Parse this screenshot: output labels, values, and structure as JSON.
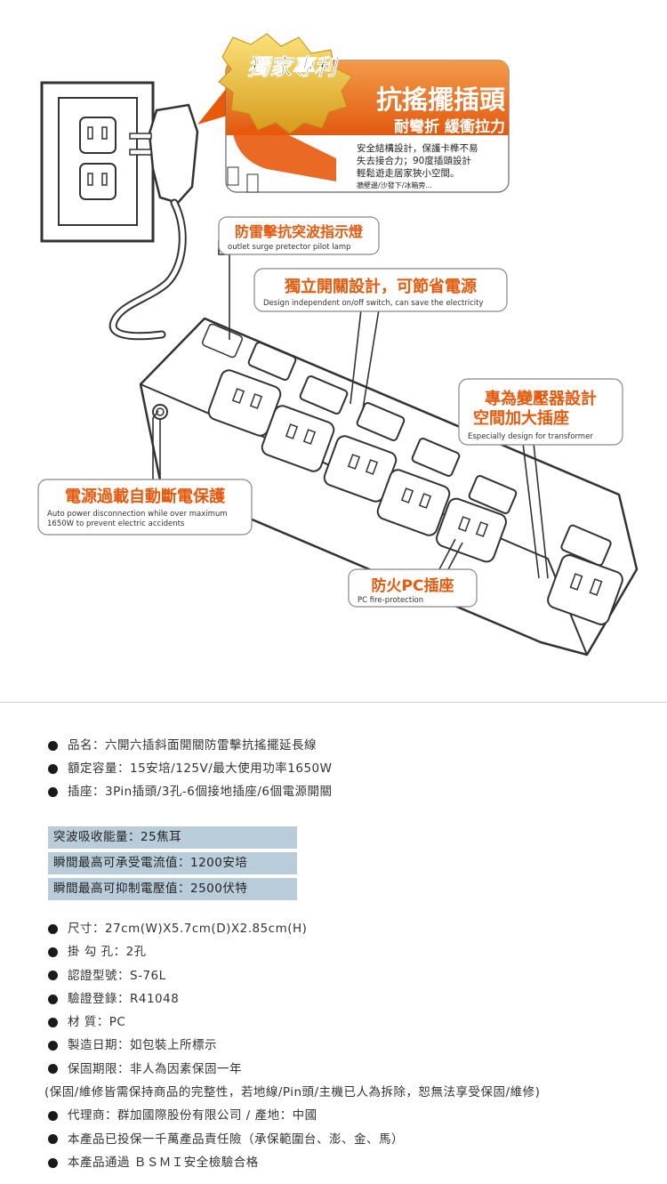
{
  "illustration": {
    "patent_badge": "獨家專利",
    "feature_swing": {
      "title": "抗搖擺插頭",
      "subtitle": "耐彎折 緩衝拉力",
      "desc_lines": [
        "安全結構設計，保護卡榫不易",
        "失去接合力；90度插頭設計",
        "輕鬆遊走居家狹小空間。",
        "牆壁邊/沙發下/冰箱旁..."
      ]
    },
    "callout_surge": {
      "zh": "防雷擊抗突波指示燈",
      "en": "outlet surge pretector pilot lamp"
    },
    "callout_switch": {
      "zh": "獨立開關設計，可節省電源",
      "en": "Design independent on/off switch, can save the electricity"
    },
    "callout_transformer": {
      "zh_line1": "專為變壓器設計",
      "zh_line2": "空間加大插座",
      "en": "Especially design for transformer"
    },
    "callout_overload": {
      "zh": "電源過載自動斷電保護",
      "en_line1": "Auto power disconnection while over maximum",
      "en_line2": "1650W to prevent electric accidents"
    },
    "callout_fire": {
      "zh": "防火PC插座",
      "en": "PC fire-protection"
    }
  },
  "specs_top": [
    "品名：六開六插斜面開關防雷擊抗搖擺延長線",
    "額定容量：15安培/125V/最大使用功率1650W",
    "插座：3Pin插頭/3孔-6個接地插座/6個電源開關"
  ],
  "surge_table": [
    "突波吸收能量：25焦耳",
    "瞬間最高可承受電流值：1200安培",
    "瞬間最高可抑制電壓值：2500伏特"
  ],
  "specs_bottom": [
    "尺寸：27cm(W)X5.7cm(D)X2.85cm(H)",
    "掛 勾 孔：2孔",
    "認證型號：S-76L",
    "驗證登錄：R41048",
    "材 質：PC",
    "製造日期：如包裝上所標示",
    "保固期限：非人為因素保固一年"
  ],
  "warranty_note": "(保固/維修皆需保持商品的完整性，若地線/Pin頭/主機已人為拆除，恕無法享受保固/維修)",
  "specs_final": [
    "代理商：群加國際股份有限公司 / 產地：中國",
    "本產品已投保一千萬產品責任險（承保範圍台、澎、金、馬）",
    "本產品通過 ＢＳＭＩ安全檢驗合格"
  ],
  "colors": {
    "accent_orange": "#e8590c",
    "table_blue": "#b9ccda",
    "outline": "#3a3a3a"
  }
}
